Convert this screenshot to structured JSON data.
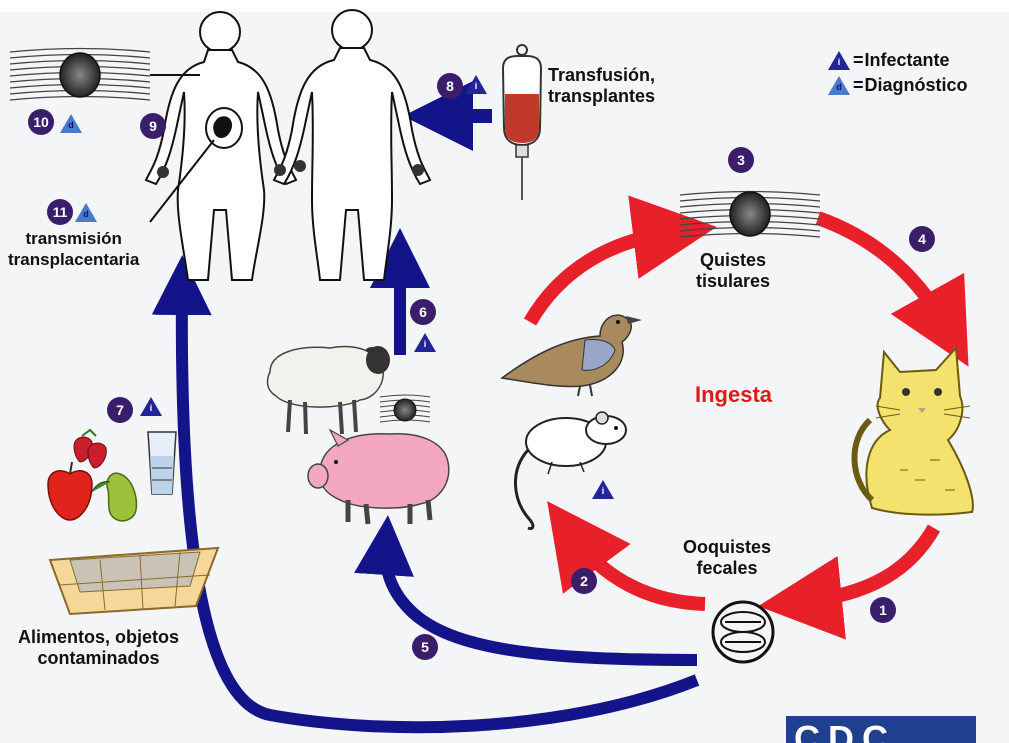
{
  "title": "",
  "legend": {
    "infective_label": "Infectante",
    "diagnostic_label": "Diagnóstico",
    "infective_letter": "i",
    "diagnostic_letter": "d",
    "equals": "="
  },
  "cycle_center_label": "Ingesta",
  "labels": {
    "tissue_cysts": "Quistes\ntisulares",
    "fecal_oocysts": "Ooquistes\nfecales",
    "transfusion": "Transfusión,\ntransplantes",
    "transplacental": "transmisión\ntransplacentaria",
    "food": "Alimentos, objetos\ncontaminados"
  },
  "stages": [
    "1",
    "2",
    "3",
    "4",
    "5",
    "6",
    "7",
    "8",
    "9",
    "10",
    "11"
  ],
  "source_logo_text": "CDC",
  "colors": {
    "red_arrow": "#e8202a",
    "blue_arrow": "#14148a",
    "stage_badge": "#3a1e6b",
    "infective_marker": "#23239a",
    "diagnostic_marker": "#4a7ad0",
    "ingesta_text": "#e01a1a"
  },
  "icons": [
    "human-female-icon",
    "human-male-icon",
    "iv-bag-icon",
    "tissue-cyst-icon",
    "cat-icon",
    "oocyst-icon",
    "bird-icon",
    "mouse-icon",
    "sheep-icon",
    "pig-icon",
    "fruit-icon",
    "water-glass-icon",
    "litter-box-icon",
    "fetus-icon"
  ]
}
